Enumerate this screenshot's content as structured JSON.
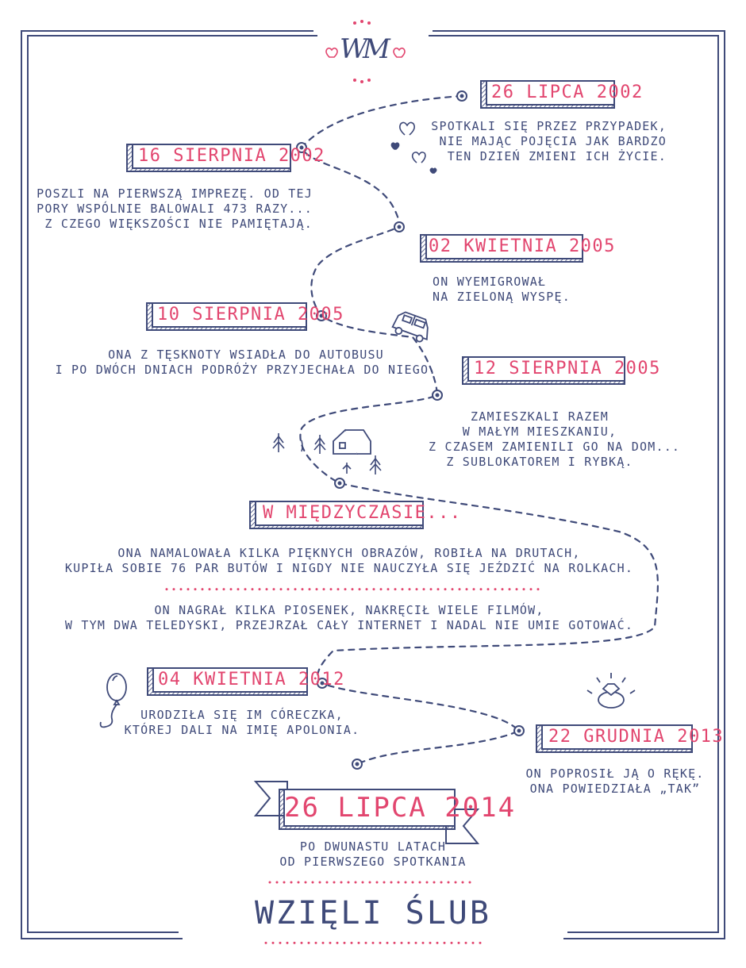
{
  "monogram": "WM",
  "events": [
    {
      "date": "26 lipca 2002",
      "lines": [
        "spotkali się przez przypadek,",
        "nie mając pojęcia jak bardzo",
        "ten dzień zmieni ich życie."
      ]
    },
    {
      "date": "16 sierpnia 2002",
      "lines": [
        "poszli na pierwszą imprezę. Od tej",
        "pory wspólnie balowali 473 razy...",
        "z czego większości nie pamiętają."
      ]
    },
    {
      "date": "02 kwietnia 2005",
      "lines": [
        "on wyemigrował",
        "na zieloną wyspę."
      ]
    },
    {
      "date": "10 sierpnia 2005",
      "lines": [
        "ona z tęsknoty wsiadła do autobusu",
        "i po dwóch dniach podróży przyjechała do niego."
      ]
    },
    {
      "date": "12 sierpnia 2005",
      "lines": [
        "zamieszkali razem",
        "w małym mieszkaniu,",
        "z czasem zamienili go na dom...",
        "z sublokatorem i rybką."
      ]
    },
    {
      "date": "w międzyczasie...",
      "lines": [
        "ona namalowała kilka pięknych obrazów, robiła na drutach,",
        "kupiła sobie 76 par butów i nigdy nie nauczyła się jeździć na rolkach.",
        "on nagrał kilka piosenek, nakręcił wiele filmów,",
        "w tym dwa teledyski, przejrzał cały internet i nadal nie umie gotować."
      ]
    },
    {
      "date": "04 kwietnia 2012",
      "lines": [
        "urodziła się im córeczka,",
        "której dali na imię Apolonia."
      ]
    },
    {
      "date": "22 grudnia 2013",
      "lines": [
        "on poprosił ją o rękę.",
        "ona powiedziała „tak”"
      ]
    }
  ],
  "final": {
    "date": "26 lipca 2014",
    "lines": [
      "po dwunastu latach",
      "od pierwszego spotkania"
    ],
    "title": "wzięli ślub"
  },
  "colors": {
    "ink": "#3f4a79",
    "accent": "#e2466f",
    "boxFill": "#ffffff"
  }
}
